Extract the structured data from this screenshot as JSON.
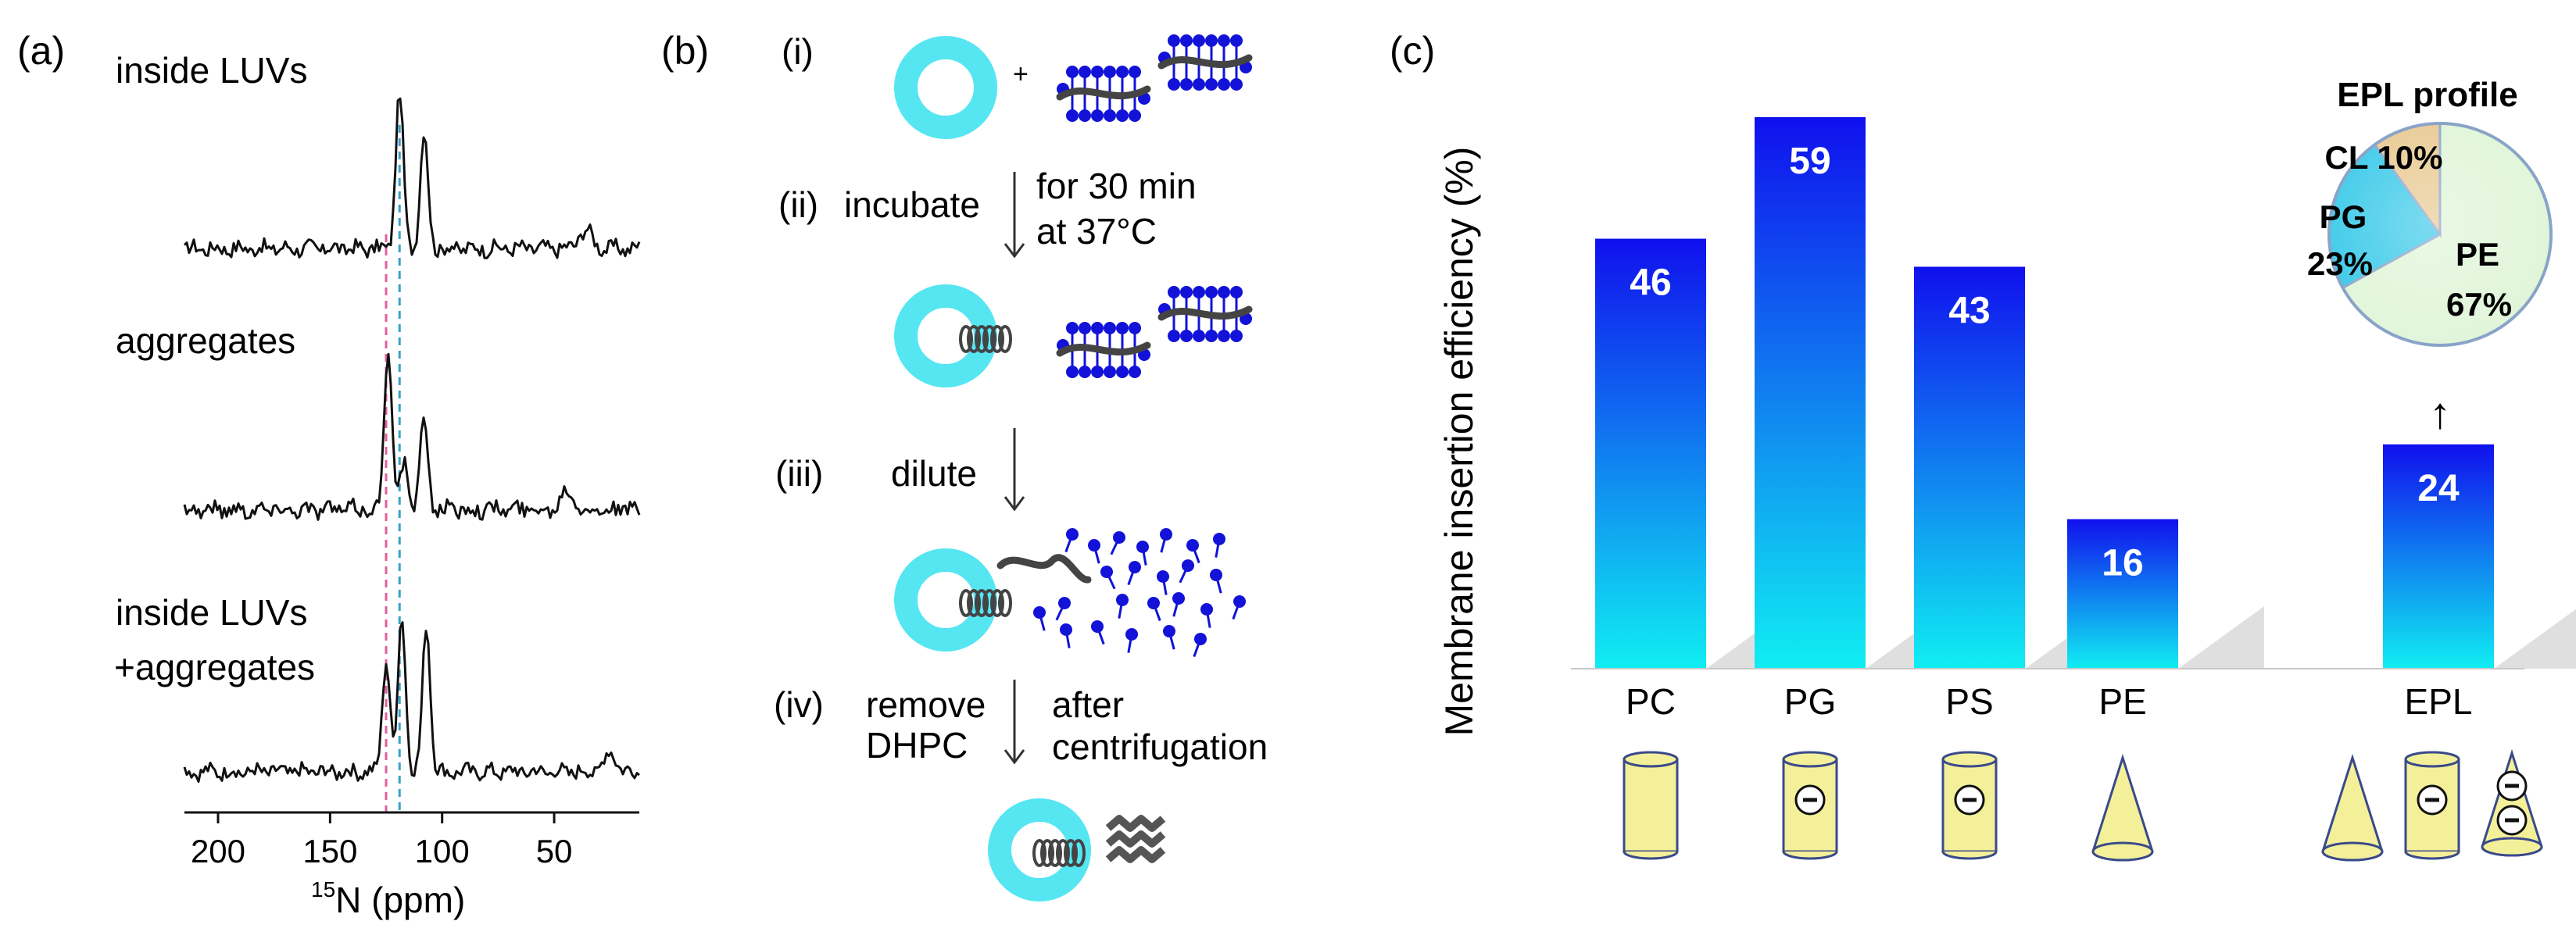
{
  "panel_a": {
    "label": "(a)",
    "traces": [
      {
        "label": "inside LUVs",
        "label2": ""
      },
      {
        "label": "aggregates",
        "label2": ""
      },
      {
        "label": "inside LUVs",
        "label2": "+aggregates"
      }
    ],
    "xaxis_title_sup": "15",
    "xaxis_title": "N (ppm)",
    "chart_data": {
      "type": "line",
      "xlabel": "15N (ppm)",
      "xlim": [
        215,
        12
      ],
      "xticks": [
        200,
        150,
        100,
        50
      ],
      "x_reversed": true,
      "reference_lines": [
        {
          "x": 125,
          "color": "#e0609a",
          "style": "dashed"
        },
        {
          "x": 119,
          "color": "#3aa0c8",
          "style": "dashed"
        }
      ],
      "series": [
        {
          "peaks": [
            {
              "x": 119,
              "height": 1.0
            },
            {
              "x": 108,
              "height": 0.75
            },
            {
              "x": 36,
              "height": 0.12
            }
          ]
        },
        {
          "peaks": [
            {
              "x": 124,
              "height": 1.0
            },
            {
              "x": 117,
              "height": 0.28
            },
            {
              "x": 108,
              "height": 0.55
            },
            {
              "x": 44,
              "height": 0.12
            }
          ]
        },
        {
          "peaks": [
            {
              "x": 125,
              "height": 0.72
            },
            {
              "x": 118,
              "height": 1.0
            },
            {
              "x": 107,
              "height": 0.95
            },
            {
              "x": 25,
              "height": 0.12
            }
          ]
        }
      ]
    }
  },
  "panel_b": {
    "label": "(b)",
    "steps": [
      {
        "num": "(i)",
        "left": "",
        "right1": "",
        "right2": ""
      },
      {
        "num": "(ii)",
        "left": "incubate",
        "right1": "for 30 min",
        "right2": "at 37°C"
      },
      {
        "num": "(iii)",
        "left": "dilute",
        "right1": "",
        "right2": ""
      },
      {
        "num": "(iv)",
        "left": "remove",
        "left2": "DHPC",
        "right1": "after",
        "right2": "centrifugation"
      }
    ],
    "plus": "+",
    "colors": {
      "vesicle": "#55e6f2",
      "lipid": "#1212d8",
      "peptide": "#444444"
    }
  },
  "panel_c": {
    "label": "(c)",
    "chart_data": {
      "type": "bar",
      "ylabel": "Membrane insertion efficiency (%)",
      "categories": [
        "PC",
        "PG",
        "PS",
        "PE",
        "EPL"
      ],
      "values": [
        46,
        59,
        43,
        16,
        24
      ],
      "value_labels": [
        "46",
        "59",
        "43",
        "16",
        "24"
      ],
      "ylim": [
        0,
        64
      ],
      "bar_gradient": {
        "top": "#1010ee",
        "bottom": "#10eef2"
      },
      "lipid_shapes": [
        [
          "cylinder"
        ],
        [
          "cylinder-charged"
        ],
        [
          "cylinder-charged"
        ],
        [
          "cone"
        ],
        [
          "cone",
          "cylinder-charged",
          "cone-charged2"
        ]
      ]
    },
    "pie": {
      "type": "pie",
      "title": "EPL profile",
      "slices": [
        {
          "name": "PE",
          "value": 67,
          "label": "PE",
          "pct": "67%",
          "color": "#dff5d8"
        },
        {
          "name": "PG",
          "value": 23,
          "label": "PG",
          "pct": "23%",
          "color": "#35c8e8"
        },
        {
          "name": "CL",
          "value": 10,
          "label": "CL",
          "pct": "10%",
          "color": "#e8c890"
        }
      ],
      "arrow": "↑"
    }
  }
}
